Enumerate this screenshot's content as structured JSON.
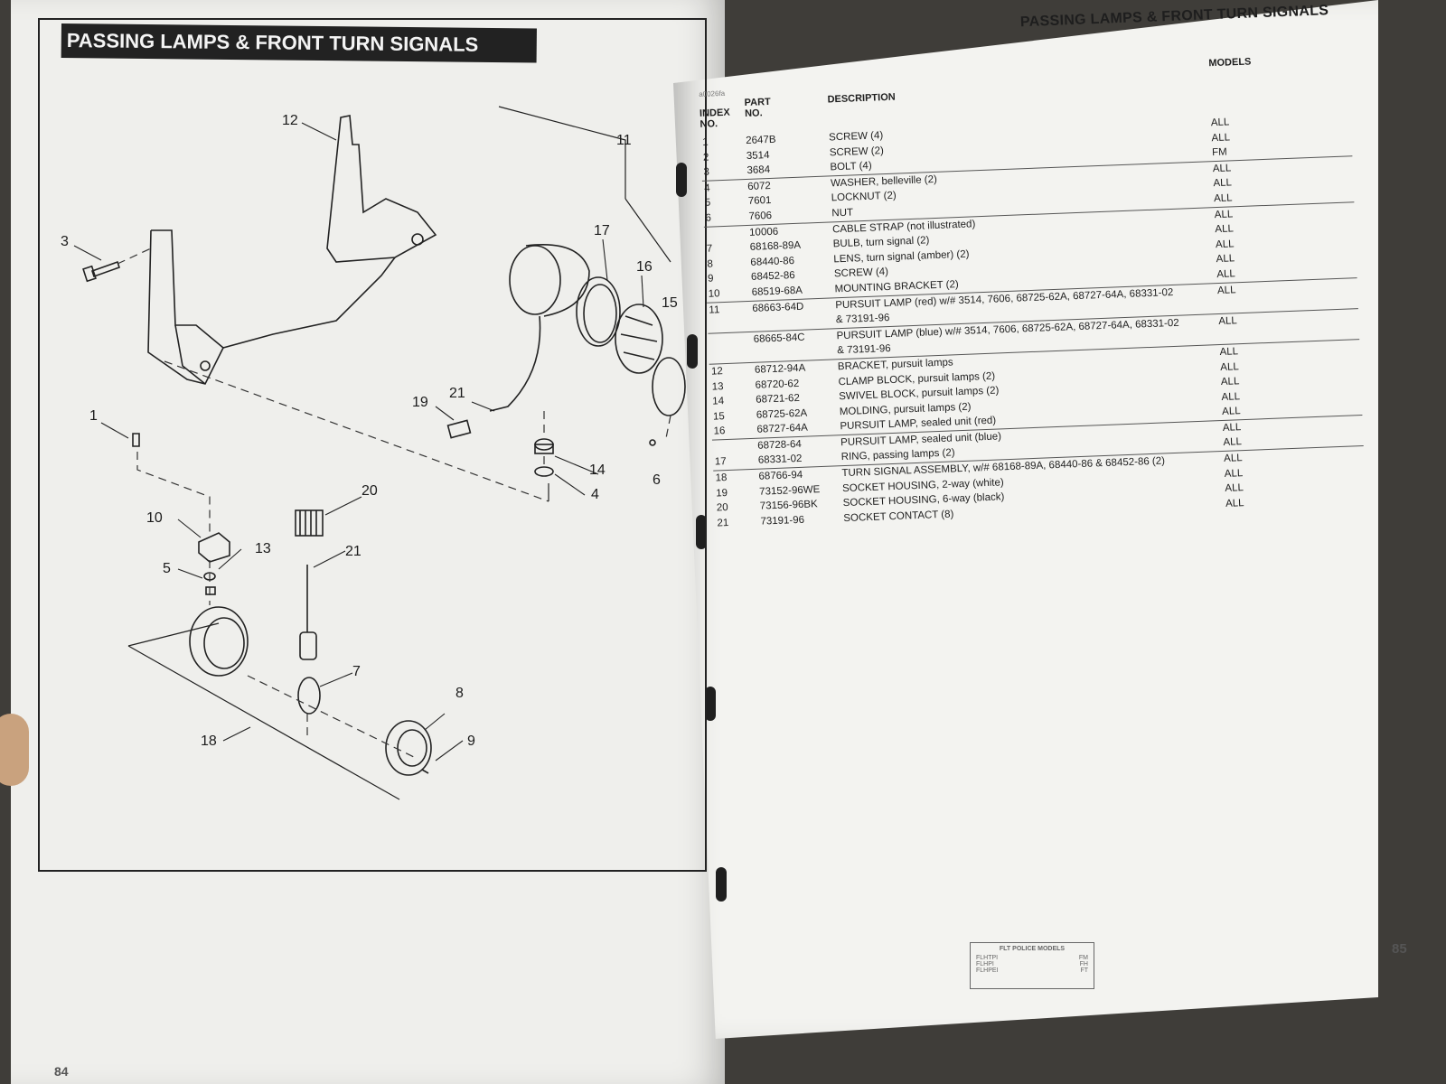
{
  "left_page": {
    "header_title": "PASSING LAMPS & FRONT TURN SIGNALS",
    "page_number": "84",
    "callouts": [
      "12",
      "11",
      "3",
      "17",
      "16",
      "15",
      "19",
      "21",
      "1",
      "14",
      "4",
      "6",
      "20",
      "10",
      "13",
      "5",
      "21",
      "7",
      "8",
      "9",
      "18"
    ]
  },
  "right_page": {
    "header_title": "PASSING LAMPS & FRONT TURN SIGNALS",
    "figure_id": "a0026fa",
    "columns": {
      "index": "INDEX NO.",
      "part": "PART NO.",
      "description": "DESCRIPTION",
      "models": "MODELS"
    },
    "rows": [
      {
        "index": "1",
        "part": "2647B",
        "description": "SCREW (4)",
        "models": "ALL"
      },
      {
        "index": "2",
        "part": "3514",
        "description": "SCREW (2)",
        "models": "ALL"
      },
      {
        "index": "3",
        "part": "3684",
        "description": "BOLT (4)",
        "models": "FM"
      },
      {
        "index": "4",
        "part": "6072",
        "description": "WASHER, belleville (2)",
        "models": "ALL"
      },
      {
        "index": "5",
        "part": "7601",
        "description": "LOCKNUT (2)",
        "models": "ALL"
      },
      {
        "index": "6",
        "part": "7606",
        "description": "NUT",
        "models": "ALL"
      },
      {
        "index": "",
        "part": "10006",
        "description": "CABLE STRAP (not illustrated)",
        "models": "ALL"
      },
      {
        "index": "7",
        "part": "68168-89A",
        "description": "BULB, turn signal (2)",
        "models": "ALL"
      },
      {
        "index": "8",
        "part": "68440-86",
        "description": "LENS, turn signal (amber) (2)",
        "models": "ALL"
      },
      {
        "index": "9",
        "part": "68452-86",
        "description": "SCREW (4)",
        "models": "ALL"
      },
      {
        "index": "10",
        "part": "68519-68A",
        "description": "MOUNTING BRACKET (2)",
        "models": "ALL"
      },
      {
        "index": "11",
        "part": "68663-64D",
        "description": "PURSUIT LAMP (red) w/# 3514, 7606, 68725-62A, 68727-64A, 68331-02",
        "models": "ALL"
      },
      {
        "index": "",
        "part": "",
        "description": "& 73191-96",
        "models": ""
      },
      {
        "index": "",
        "part": "68665-84C",
        "description": "PURSUIT LAMP (blue) w/# 3514, 7606, 68725-62A, 68727-64A, 68331-02",
        "models": "ALL"
      },
      {
        "index": "",
        "part": "",
        "description": "& 73191-96",
        "models": ""
      },
      {
        "index": "12",
        "part": "68712-94A",
        "description": "BRACKET, pursuit lamps",
        "models": "ALL"
      },
      {
        "index": "13",
        "part": "68720-62",
        "description": "CLAMP BLOCK, pursuit lamps (2)",
        "models": "ALL"
      },
      {
        "index": "14",
        "part": "68721-62",
        "description": "SWIVEL BLOCK, pursuit lamps (2)",
        "models": "ALL"
      },
      {
        "index": "15",
        "part": "68725-62A",
        "description": "MOLDING, pursuit lamps (2)",
        "models": "ALL"
      },
      {
        "index": "16",
        "part": "68727-64A",
        "description": "PURSUIT LAMP, sealed unit (red)",
        "models": "ALL"
      },
      {
        "index": "",
        "part": "68728-64",
        "description": "PURSUIT LAMP, sealed unit (blue)",
        "models": "ALL"
      },
      {
        "index": "17",
        "part": "68331-02",
        "description": "RING, passing lamps (2)",
        "models": "ALL"
      },
      {
        "index": "18",
        "part": "68766-94",
        "description": "TURN SIGNAL ASSEMBLY, w/# 68168-89A, 68440-86 & 68452-86 (2)",
        "models": "ALL"
      },
      {
        "index": "19",
        "part": "73152-96WE",
        "description": "SOCKET HOUSING, 2-way (white)",
        "models": "ALL"
      },
      {
        "index": "20",
        "part": "73156-96BK",
        "description": "SOCKET HOUSING, 6-way (black)",
        "models": "ALL"
      },
      {
        "index": "21",
        "part": "73191-96",
        "description": "SOCKET CONTACT (8)",
        "models": "ALL"
      }
    ],
    "footer_box": {
      "title": "FLT POLICE MODELS",
      "rows": [
        {
          "model": "FLHTPI",
          "code": "FM"
        },
        {
          "model": "FLHPI",
          "code": "FH"
        },
        {
          "model": "FLHPEI",
          "code": "FT"
        }
      ]
    },
    "page_number": "85"
  }
}
